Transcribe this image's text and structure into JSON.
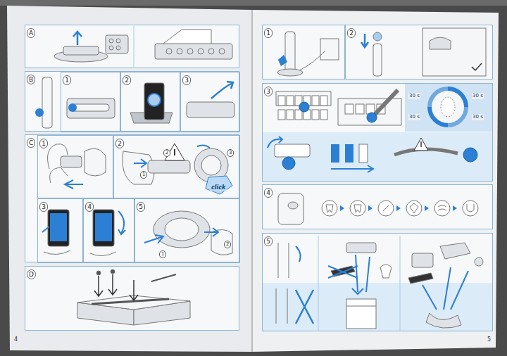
{
  "diagram": {
    "nodes": [
      {
        "text": [
          "A"
        ]
      },
      {
        "text": [
          "B"
        ]
      },
      {
        "text": [
          "1"
        ],
        "in": 1
      },
      {
        "text": [
          "2"
        ],
        "in": 1
      },
      {
        "text": [
          "3"
        ],
        "in": 1
      },
      {
        "text": [
          "C"
        ]
      },
      {
        "text": [
          "1"
        ],
        "in": 5
      },
      {
        "text": [
          "2"
        ],
        "in": 5
      },
      {
        "text": [
          "3"
        ],
        "in": 5
      },
      {
        "text": [
          "4"
        ],
        "in": 5
      },
      {
        "text": [
          "5"
        ],
        "in": 5
      },
      {
        "text": [
          "D"
        ]
      },
      {
        "text": [
          "1"
        ]
      },
      {
        "text": [
          "2"
        ]
      },
      {
        "text": [
          "3"
        ]
      },
      {
        "text": [
          "4"
        ]
      },
      {
        "text": [
          "5"
        ]
      }
    ],
    "labels": [
      "1",
      "2",
      "3",
      "click",
      "1",
      "2",
      "4",
      "30 s",
      "30 s",
      "30 s",
      "30 s",
      "5"
    ]
  }
}
